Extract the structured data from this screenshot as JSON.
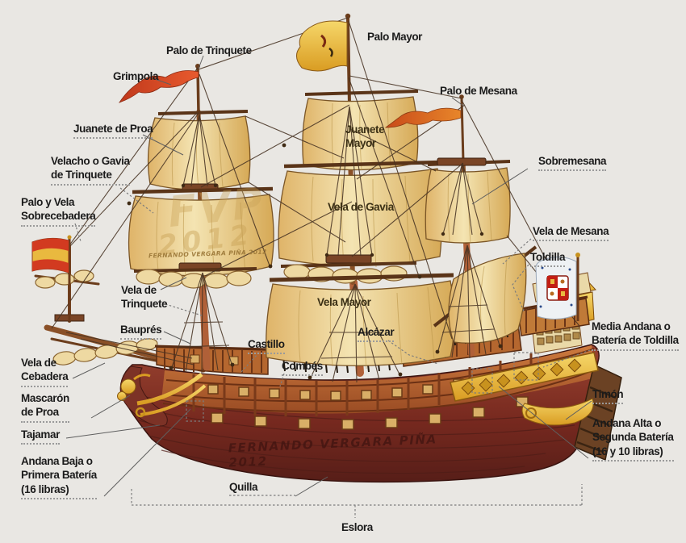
{
  "figure": {
    "background_color": "#e9e7e3",
    "subject": "Partes de un galeón (labeled galleon diagram)"
  },
  "watermarks": {
    "hull": "FERNANDO VERGARA PIÑA 2012",
    "sail_monogram": "FVP",
    "sail_year": "2012",
    "sail_small": "FERNANDO VERGARA PIÑA 2012"
  },
  "labels": {
    "palo_de_trinquete": "Palo de Trinquete",
    "grimpola": "Grimpola",
    "palo_mayor": "Palo Mayor",
    "palo_de_mesana": "Palo de Mesana",
    "juanete_de_proa": "Juanete de Proa",
    "juanete_mayor": "Juanete\nMayor",
    "velacho": "Velacho o Gavia\nde Trinquete",
    "sobremesana": "Sobremesana",
    "sobrecebadera": "Palo y Vela\nSobrecebadera",
    "vela_de_gavia": "Vela de Gavia",
    "vela_de_mesana": "Vela de Mesana",
    "toldilla": "Toldilla",
    "vela_de_trinquete": "Vela de\nTrinquete",
    "vela_mayor": "Vela Mayor",
    "baupres": "Bauprés",
    "alcazar": "Alcázar",
    "media_andana": "Media Andana o\nBatería de Toldilla",
    "vela_de_cebadera": "Vela de\nCebadera",
    "castillo": "Castillo",
    "combes": "Combés",
    "mascaron_de_proa": "Mascarón\nde Proa",
    "tajamar": "Tajamar",
    "andana_baja": "Andana Baja o\nPrimera Batería\n(16 libras)",
    "quilla": "Quilla",
    "timon": "Timón",
    "andana_alta": "Andana Alta o\nSegunda Batería\n(16 y 10 libras)",
    "eslora": "Eslora"
  },
  "colors": {
    "sail": "#eccf8f",
    "hull_lower": "#7c2f26",
    "hull_upper": "#b5672f",
    "gold": "#e9b93f",
    "pennant_red": "#d94f28",
    "spain_flag_red": "#d23a20",
    "spain_flag_yellow": "#e9b93f",
    "label_text": "#1b1b1b",
    "leader_line": "#6a6a6a"
  }
}
